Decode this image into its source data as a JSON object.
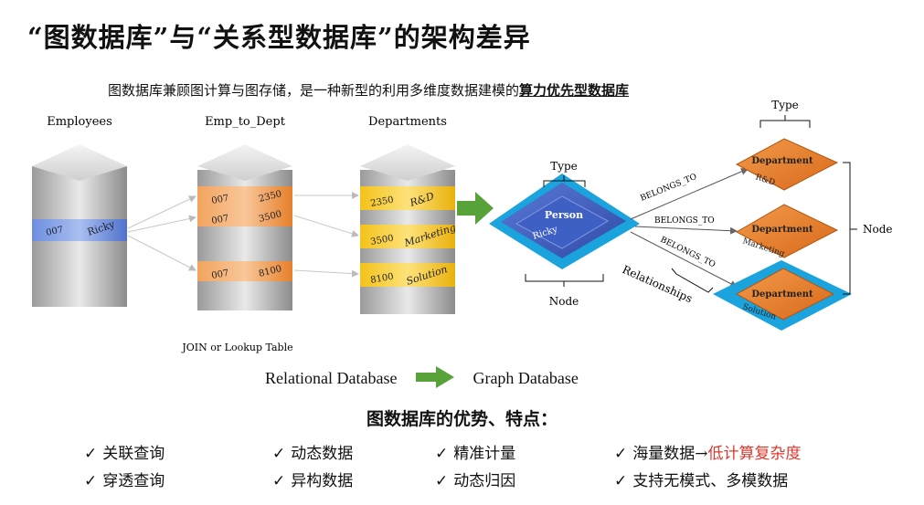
{
  "title": "“图数据库”与“关系型数据库”的架构差异",
  "subtitle": {
    "prefix": "图数据库兼顾图计算与图存储，是一种新型的利用多维度数据建模的",
    "emphasis": "算力优先型数据库"
  },
  "relational": {
    "employees_label": "Employees",
    "emp_dept_label": "Emp_to_Dept",
    "departments_label": "Departments",
    "join_label": "JOIN or Lookup Table",
    "employee_row": {
      "id": "007",
      "name": "Ricky"
    },
    "emp_dept_rows": [
      {
        "emp": "007",
        "dept": "2350"
      },
      {
        "emp": "007",
        "dept": "3500"
      },
      {
        "emp": "007",
        "dept": "8100"
      }
    ],
    "dept_rows": [
      {
        "id": "2350",
        "name": "R&D"
      },
      {
        "id": "3500",
        "name": "Marketing"
      },
      {
        "id": "8100",
        "name": "Solution"
      }
    ]
  },
  "graph": {
    "type_label": "Type",
    "node_label": "Node",
    "relationships_label": "Relationships",
    "person_label": "Person",
    "person_name": "Ricky",
    "edge_label": "BELONGS_TO",
    "dept_type_label": "Type",
    "dept_node_label": "Node",
    "departments": [
      {
        "type": "Department",
        "name": "R&D"
      },
      {
        "type": "Department",
        "name": "Marketing"
      },
      {
        "type": "Department",
        "name": "Solution"
      }
    ]
  },
  "flow": {
    "from": "Relational Database",
    "to": "Graph Database"
  },
  "features_title": "图数据库的优势、特点：",
  "features": {
    "col1": [
      "关联查询",
      "穿透查询"
    ],
    "col2": [
      "动态数据",
      "异构数据"
    ],
    "col3": [
      "精准计量",
      "动态归因"
    ],
    "col4_row1_prefix": "海量数据→",
    "col4_row1_highlight": "低计算复杂度",
    "col4_row2": "支持无模式、多模数据"
  },
  "check_mark": "✓",
  "colors": {
    "orange": "#e8822a",
    "yellow": "#f6c820",
    "blue_selected": "#5b7fd6",
    "cyan": "#1aa3dc",
    "navy": "#2a3f9a",
    "green_arrow": "#57a33a",
    "red": "#e0372c"
  }
}
